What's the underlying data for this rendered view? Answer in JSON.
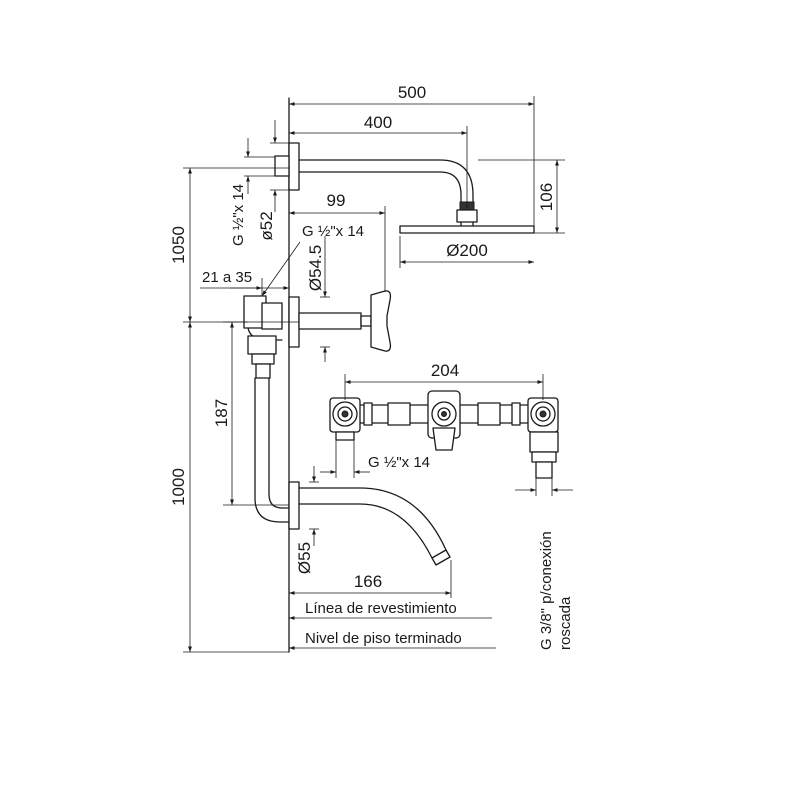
{
  "labels": {
    "d500": "500",
    "d400": "400",
    "d106": "106",
    "d99": "99",
    "d1050": "1050",
    "thread_top_vertical": "G ½\"x 14",
    "d52": "ø52",
    "thread_top": "G ½\"x 14",
    "d54": "Ø54.5",
    "d21a35": "21 a 35",
    "d200": "Ø200",
    "d204": "204",
    "d187": "187",
    "thread_bottom": "G ½\"x 14",
    "d1000": "1000",
    "d55": "Ø55",
    "d166": "166",
    "linea": "Línea de revestimiento",
    "nivel": "Nivel de piso terminado",
    "conexion_line1": "G 3/8\" p/conexión",
    "conexion_line2": "roscada"
  }
}
